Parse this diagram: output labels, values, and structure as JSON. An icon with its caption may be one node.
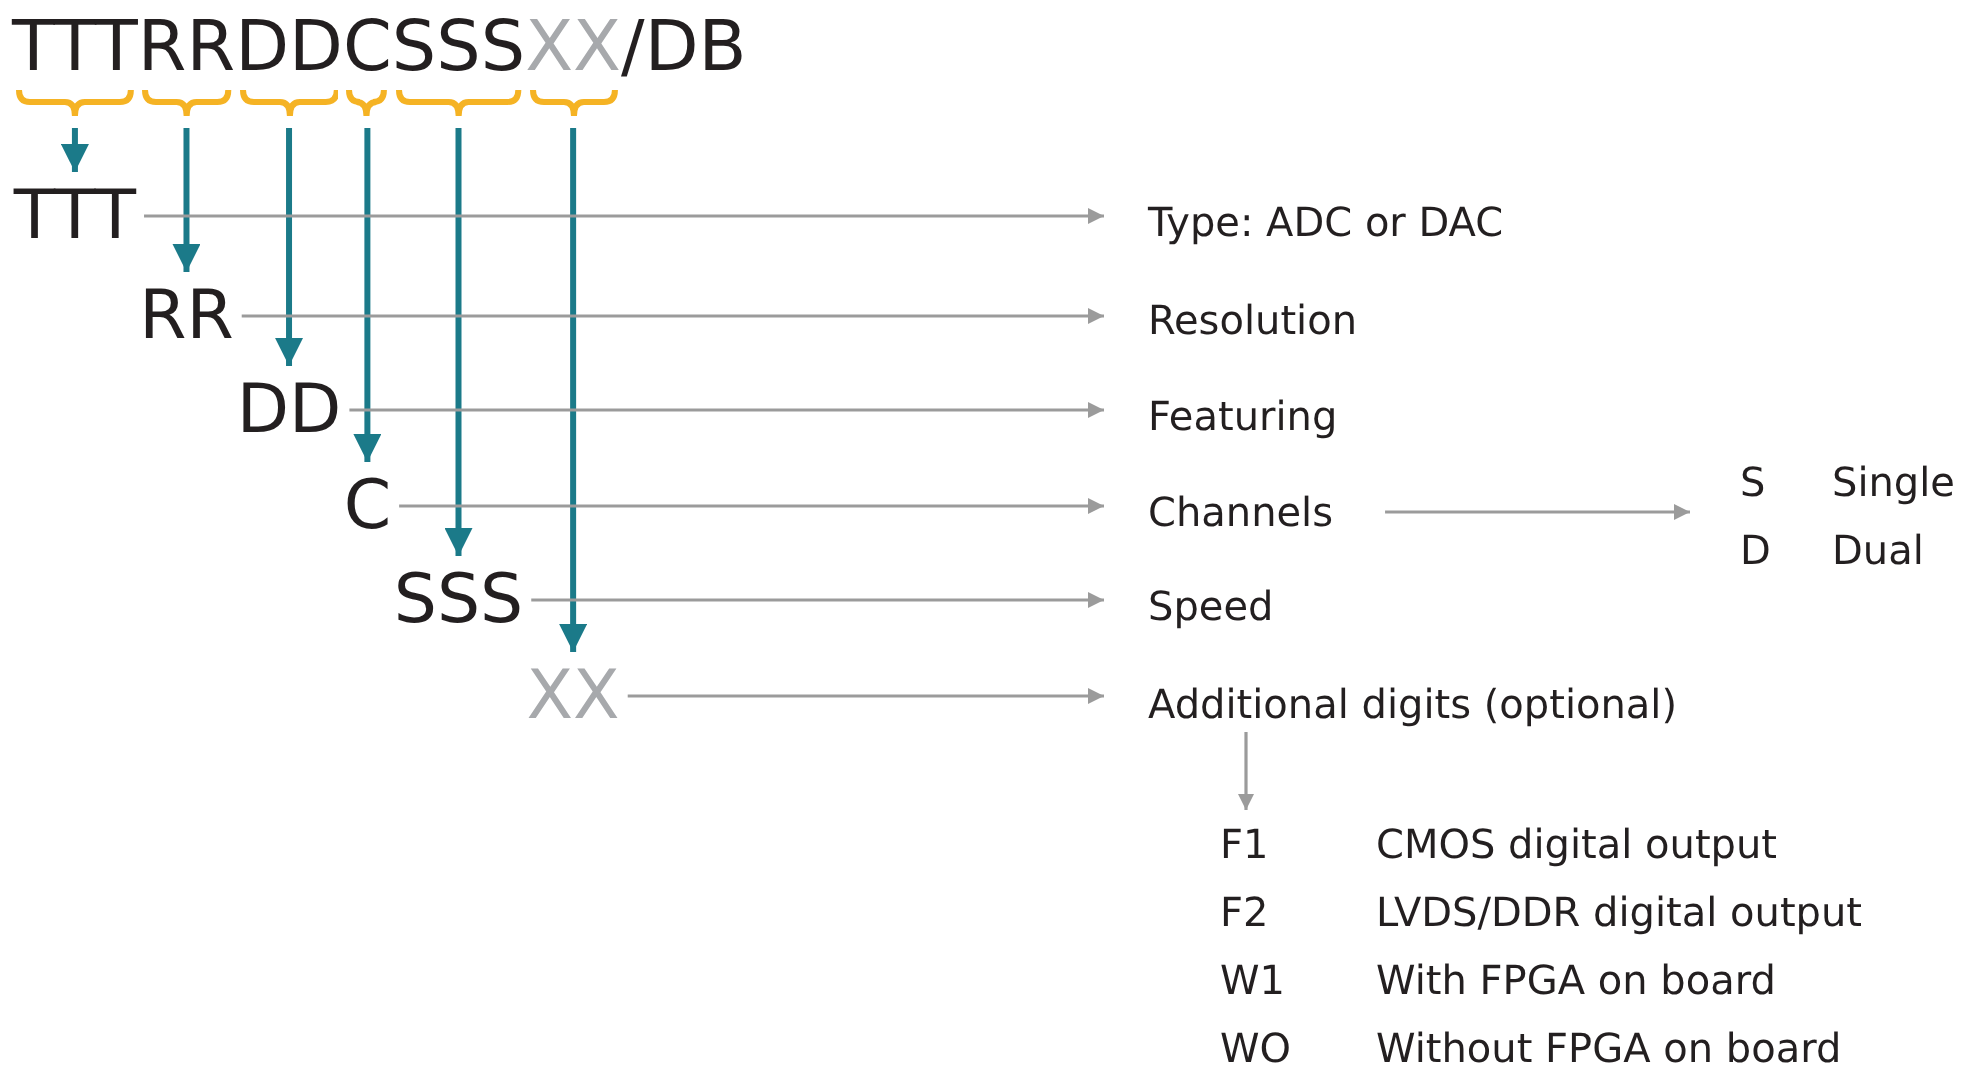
{
  "diagram": {
    "nodes": [
      {
        "text": [
          "TTT"
        ]
      },
      {
        "text": [
          "RR"
        ]
      },
      {
        "text": [
          "DD"
        ]
      },
      {
        "text": [
          "C"
        ]
      },
      {
        "text": [
          "SSS"
        ]
      },
      {
        "text": [
          "XX"
        ]
      },
      {
        "text": [
          "TTT"
        ]
      },
      {
        "text": [
          "RR"
        ]
      },
      {
        "text": [
          "DD"
        ]
      },
      {
        "text": [
          "C"
        ]
      },
      {
        "text": [
          "SSS"
        ]
      },
      {
        "text": [
          "XX"
        ]
      },
      {
        "text": [
          "Type: ADC or DAC"
        ]
      },
      {
        "text": [
          "Resolution"
        ]
      },
      {
        "text": [
          "Featuring"
        ]
      },
      {
        "text": [
          "Channels"
        ]
      },
      {
        "text": [
          "Speed"
        ]
      },
      {
        "text": [
          "Additional digits (optional)"
        ]
      },
      {
        "text": [
          "S",
          "Single",
          "D",
          "Dual"
        ]
      },
      {
        "text": [
          "F1",
          "CMOS digital output",
          "F2",
          "LVDS/DDR digital output",
          "W1",
          "With FPGA on board",
          "WO",
          "Without FPGA on board"
        ]
      }
    ],
    "edges": [
      {
        "from": 0,
        "to": 6,
        "arrow": "to",
        "color": "#1b7a89"
      },
      {
        "from": 1,
        "to": 7,
        "arrow": "to",
        "color": "#1b7a89"
      },
      {
        "from": 2,
        "to": 8,
        "arrow": "to",
        "color": "#1b7a89"
      },
      {
        "from": 3,
        "to": 9,
        "arrow": "to",
        "color": "#1b7a89"
      },
      {
        "from": 4,
        "to": 10,
        "arrow": "to",
        "color": "#1b7a89"
      },
      {
        "from": 5,
        "to": 11,
        "arrow": "to",
        "color": "#1b7a89"
      },
      {
        "from": 6,
        "to": 12,
        "arrow": "to"
      },
      {
        "from": 7,
        "to": 13,
        "arrow": "to"
      },
      {
        "from": 8,
        "to": 14,
        "arrow": "to"
      },
      {
        "from": 9,
        "to": 15,
        "arrow": "to"
      },
      {
        "from": 10,
        "to": 16,
        "arrow": "to"
      },
      {
        "from": 11,
        "to": 17,
        "arrow": "to"
      },
      {
        "from": 15,
        "to": 18,
        "arrow": "to"
      },
      {
        "from": 17,
        "to": 19,
        "arrow": "to"
      }
    ],
    "labels": [
      "/DB"
    ]
  }
}
